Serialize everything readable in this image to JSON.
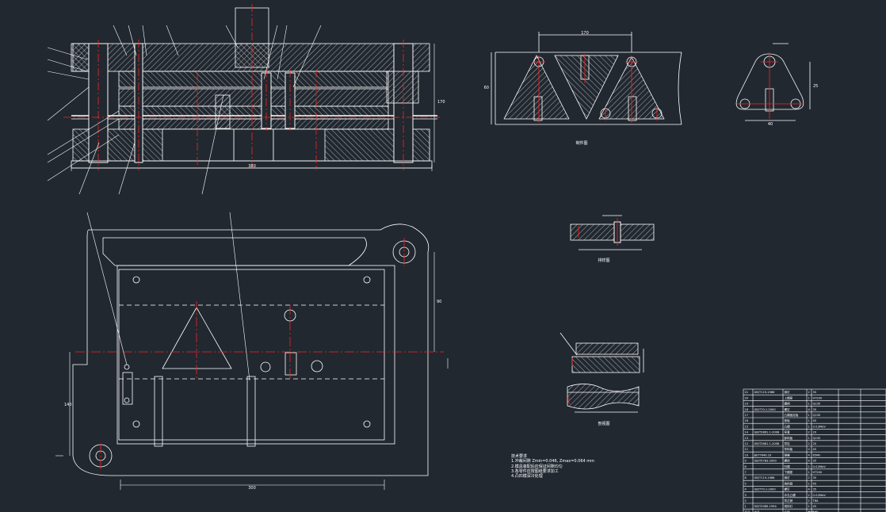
{
  "canvas": {
    "background": "#212830"
  },
  "colors": {
    "outline": "#ffffff",
    "centerline": "#ff2020",
    "hatch": "#cfcfcf",
    "dimension": "#ffffff"
  },
  "views": {
    "part_view_label": "制件图",
    "blank_view_label": "排样图",
    "section_view_label": "剖视图",
    "strip_view_label": "剖视图"
  },
  "notes": {
    "heading": "技术要求",
    "lines": [
      "1.冲裁间隙 Zmin=0.046, Zmax=0.064 mm",
      "2.模具装配后应保证间隙均匀",
      "3.各零件应按图纸要求加工",
      "4.凸凹模深冷处理"
    ]
  },
  "dimensions": {
    "top_width": "380",
    "top_height": "170",
    "plan_width": "300",
    "plan_height_right": "90",
    "plan_height_left": "140",
    "part_width": "170",
    "part_height": "60",
    "small_part_width": "40",
    "small_part_height": "25"
  },
  "title_block": {
    "rows": [
      [
        "21",
        "GB/T119-1986",
        "销钉",
        "2",
        "35"
      ],
      [
        "20",
        "",
        "上模座",
        "1",
        "HT200"
      ],
      [
        "19",
        "",
        "模柄",
        "1",
        "Q235"
      ],
      [
        "18",
        "GB/T70.1-2000",
        "螺钉",
        "4",
        "35"
      ],
      [
        "17",
        "",
        "凸模固定板",
        "1",
        "Q235"
      ],
      [
        "16",
        "",
        "垫板",
        "1",
        "45"
      ],
      [
        "15",
        "",
        "凸模",
        "1",
        "Cr12MoV"
      ],
      [
        "14",
        "GB/T2861.1-2008",
        "导套",
        "2",
        "20"
      ],
      [
        "13",
        "",
        "卸料板",
        "1",
        "Q235"
      ],
      [
        "12",
        "GB/T2861.1-2008",
        "导柱",
        "2",
        "20"
      ],
      [
        "11",
        "",
        "导料板",
        "2",
        "45"
      ],
      [
        "10",
        "JB/T7649.10",
        "弹簧",
        "4",
        "65Mn"
      ],
      [
        "9",
        "GB/T5783-2000",
        "螺栓",
        "4",
        "35"
      ],
      [
        "8",
        "",
        "凹模",
        "1",
        "Cr12MoV"
      ],
      [
        "7",
        "",
        "下模座",
        "1",
        "HT200"
      ],
      [
        "6",
        "GB/T119-1986",
        "销钉",
        "2",
        "35"
      ],
      [
        "5",
        "",
        "挡料销",
        "1",
        "45"
      ],
      [
        "4",
        "GB/T70.1-2000",
        "螺钉",
        "4",
        "35"
      ],
      [
        "3",
        "",
        "冲孔凸模",
        "2",
        "Cr12MoV"
      ],
      [
        "2",
        "",
        "导正销",
        "2",
        "T8A"
      ],
      [
        "1",
        "GB/T2089-1994",
        "顼料钉",
        "1",
        "45"
      ]
    ],
    "header": [
      "序号",
      "代号",
      "名称",
      "数量",
      "材料"
    ]
  }
}
